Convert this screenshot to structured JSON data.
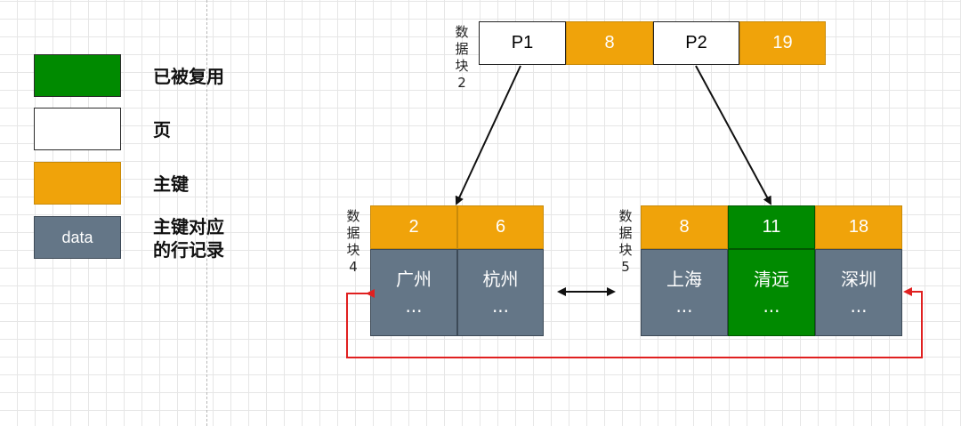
{
  "legend": [
    {
      "label": "已被复用",
      "color": "#008a00",
      "text": ""
    },
    {
      "label": "页",
      "color": "#ffffff",
      "text": ""
    },
    {
      "label": "主键",
      "color": "#f0a30a",
      "text": ""
    },
    {
      "label": "主键对应\n的行记录",
      "color": "#647687",
      "text": "data"
    }
  ],
  "root_block": {
    "label": "数据块2",
    "cells": [
      "P1",
      "8",
      "P2",
      "19"
    ]
  },
  "block_4": {
    "label": "数据块4",
    "keys": [
      "2",
      "6"
    ],
    "rows": [
      {
        "city": "广州",
        "more": "..."
      },
      {
        "city": "杭州",
        "more": "..."
      }
    ]
  },
  "block_5": {
    "label": "数据块5",
    "keys": [
      "8",
      "11",
      "18"
    ],
    "rows": [
      {
        "city": "上海",
        "more": "..."
      },
      {
        "city": "清远",
        "more": "..."
      },
      {
        "city": "深圳",
        "more": "..."
      }
    ]
  },
  "colors": {
    "reused": "#008a00",
    "key": "#f0a30a",
    "data": "#647687",
    "loop_arrow": "#e02020"
  }
}
